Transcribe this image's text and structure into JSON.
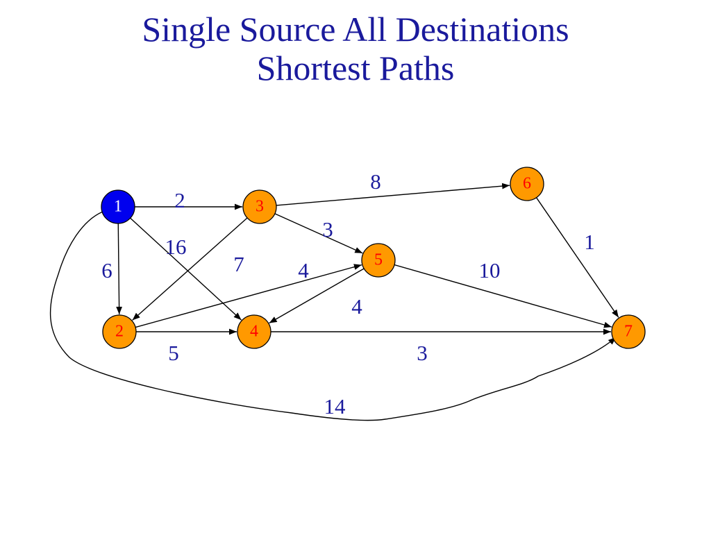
{
  "title": {
    "line1": "Single Source All Destinations",
    "line2": "Shortest Paths"
  },
  "colors": {
    "title": "#1a1a9c",
    "source_node_fill": "#0000ee",
    "node_fill": "#ff9900",
    "node_label": "#ff0000",
    "source_label": "#ffffff",
    "edge": "#000000",
    "edge_label": "#1a1a9c"
  },
  "graph": {
    "source": "1",
    "nodes": [
      {
        "id": "1",
        "label": "1"
      },
      {
        "id": "2",
        "label": "2"
      },
      {
        "id": "3",
        "label": "3"
      },
      {
        "id": "4",
        "label": "4"
      },
      {
        "id": "5",
        "label": "5"
      },
      {
        "id": "6",
        "label": "6"
      },
      {
        "id": "7",
        "label": "7"
      }
    ],
    "edges": [
      {
        "from": "1",
        "to": "3",
        "weight": "2"
      },
      {
        "from": "1",
        "to": "2",
        "weight": "6"
      },
      {
        "from": "1",
        "to": "4",
        "weight": "16"
      },
      {
        "from": "1",
        "to": "7",
        "weight": "14"
      },
      {
        "from": "3",
        "to": "6",
        "weight": "8"
      },
      {
        "from": "3",
        "to": "5",
        "weight": "3"
      },
      {
        "from": "3",
        "to": "2",
        "weight": "7"
      },
      {
        "from": "2",
        "to": "5",
        "weight": "4"
      },
      {
        "from": "2",
        "to": "4",
        "weight": "5"
      },
      {
        "from": "5",
        "to": "4",
        "weight": "4"
      },
      {
        "from": "5",
        "to": "7",
        "weight": "10"
      },
      {
        "from": "4",
        "to": "7",
        "weight": "3"
      },
      {
        "from": "6",
        "to": "7",
        "weight": "1"
      }
    ]
  }
}
